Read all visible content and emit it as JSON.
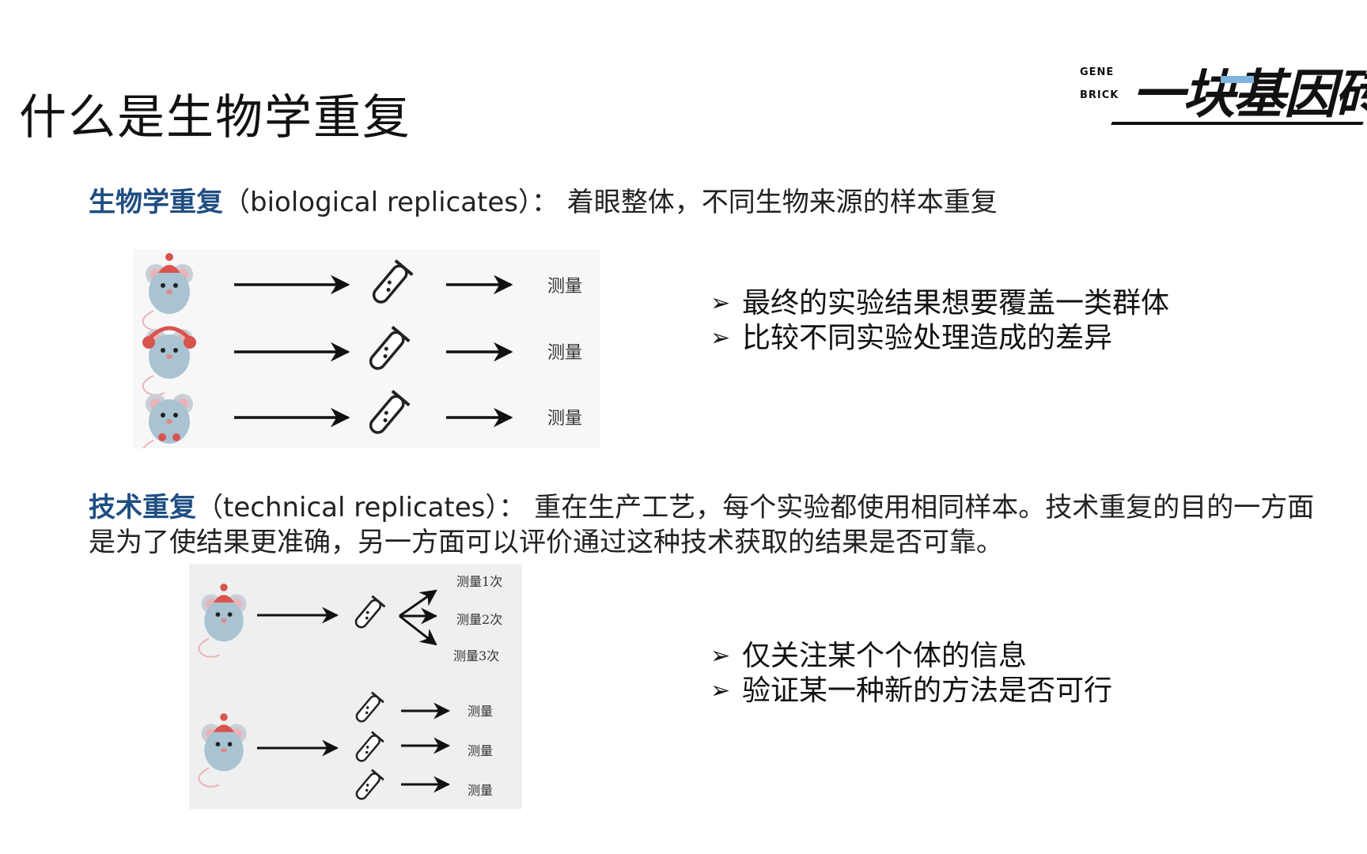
{
  "slide": {
    "title": "什么是生物学重复"
  },
  "logo": {
    "en_line1": "GENE",
    "en_line2": "BRICK",
    "cn": "一块基因砖"
  },
  "biological": {
    "term": "生物学重复",
    "text": "（biological replicates）： 着眼整体，不同生物来源的样本重复",
    "bullets": [
      "最终的实验结果想要覆盖一类群体",
      "比较不同实验处理造成的差异"
    ],
    "figure": {
      "measure_labels": [
        "测量",
        "测量",
        "测量"
      ]
    }
  },
  "technical": {
    "term": "技术重复",
    "text_line1": "（technical replicates）： 重在生产工艺，每个实验都使用相同样本。技术重复的目的一方面",
    "text_line2": "是为了使结果更准确，另一方面可以评价通过这种技术获取的结果是否可靠。",
    "bullets": [
      "仅关注某个个体的信息",
      "验证某一种新的方法是否可行"
    ],
    "figure": {
      "top_labels": [
        "测量1次",
        "测量2次",
        "测量3次"
      ],
      "bottom_labels": [
        "测量",
        "测量",
        "测量"
      ]
    }
  },
  "colors": {
    "keyword": "#1f4e82",
    "mouse_body": "#a9c3d3",
    "mouse_hat": "#d9534f"
  },
  "icons": {
    "bullet": "arrowhead-bullet-icon",
    "mouse": "mouse-icon",
    "tube": "test-tube-icon",
    "arrow": "right-arrow-icon"
  }
}
